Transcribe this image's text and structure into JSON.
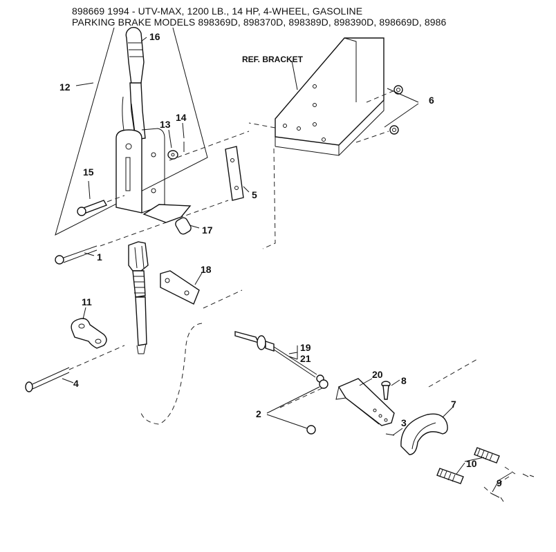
{
  "header": {
    "line1": "898669 1994 - UTV-MAX, 1200 LB., 14 HP, 4-WHEEL, GASOLINE",
    "line2": "PARKING BRAKE MODELS 898369D, 898370D, 898389D, 898390D, 898669D, 8986"
  },
  "labels": {
    "ref_bracket": "REF. BRACKET",
    "p1": "1",
    "p2": "2",
    "p3": "3",
    "p4": "4",
    "p5": "5",
    "p6": "6",
    "p7": "7",
    "p8": "8",
    "p9": "9",
    "p10": "10",
    "p11": "11",
    "p12": "12",
    "p13": "13",
    "p14": "14",
    "p15": "15",
    "p16": "16",
    "p17": "17",
    "p18": "18",
    "p19": "19",
    "p20": "20",
    "p21": "21"
  }
}
